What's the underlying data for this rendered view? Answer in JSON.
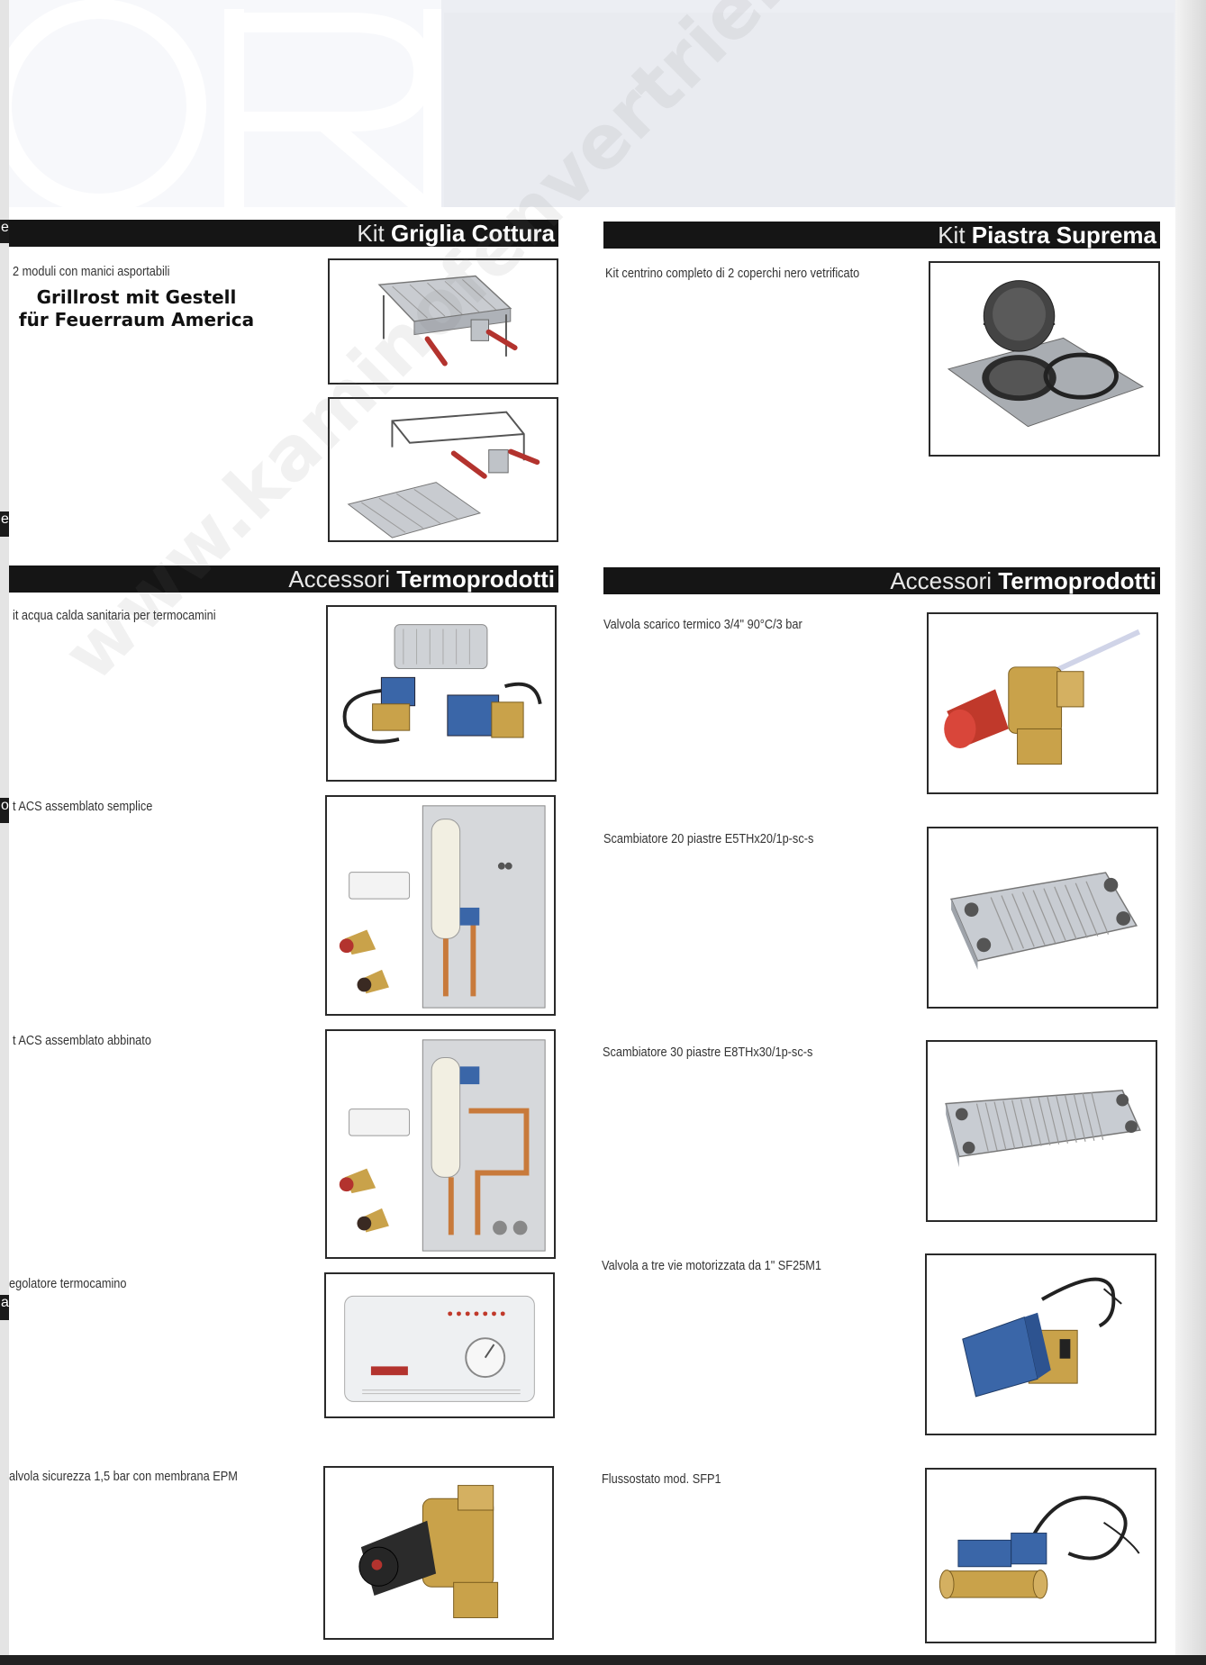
{
  "watermark": "www.kaminofenvertrieb.de",
  "left_tab_letters": [
    "e",
    "e",
    "o",
    "a"
  ],
  "sections": {
    "griglia": {
      "prefix": "Kit",
      "title": "Griglia Cottura"
    },
    "piastra": {
      "prefix": "Kit",
      "title": "Piastra Suprema"
    },
    "termo_left": {
      "prefix": "Accessori",
      "title": "Termoprodotti"
    },
    "termo_right": {
      "prefix": "Accessori",
      "title": "Termoprodotti"
    }
  },
  "overlay_note": {
    "line1": "Grillrost mit Gestell",
    "line2": "für Feuerraum America"
  },
  "left_items": [
    {
      "label": "2 moduli con manici asportabili"
    },
    {
      "label": "it acqua calda sanitaria per termocamini"
    },
    {
      "label": "t ACS assemblato semplice"
    },
    {
      "label": "t ACS assemblato abbinato"
    },
    {
      "label": "egolatore termocamino"
    },
    {
      "label": "alvola sicurezza 1,5 bar con membrana EPM"
    }
  ],
  "right_items": [
    {
      "label": "Kit centrino completo di 2 coperchi nero vetrificato"
    },
    {
      "label": "Valvola scarico termico 3/4\" 90°C/3 bar"
    },
    {
      "label": "Scambiatore 20 piastre E5THx20/1p-sc-s"
    },
    {
      "label": "Scambiatore 30 piastre E8THx30/1p-sc-s"
    },
    {
      "label": "Valvola a tre vie motorizzata da 1\" SF25M1"
    },
    {
      "label": "Flussostato mod. SFP1"
    }
  ]
}
